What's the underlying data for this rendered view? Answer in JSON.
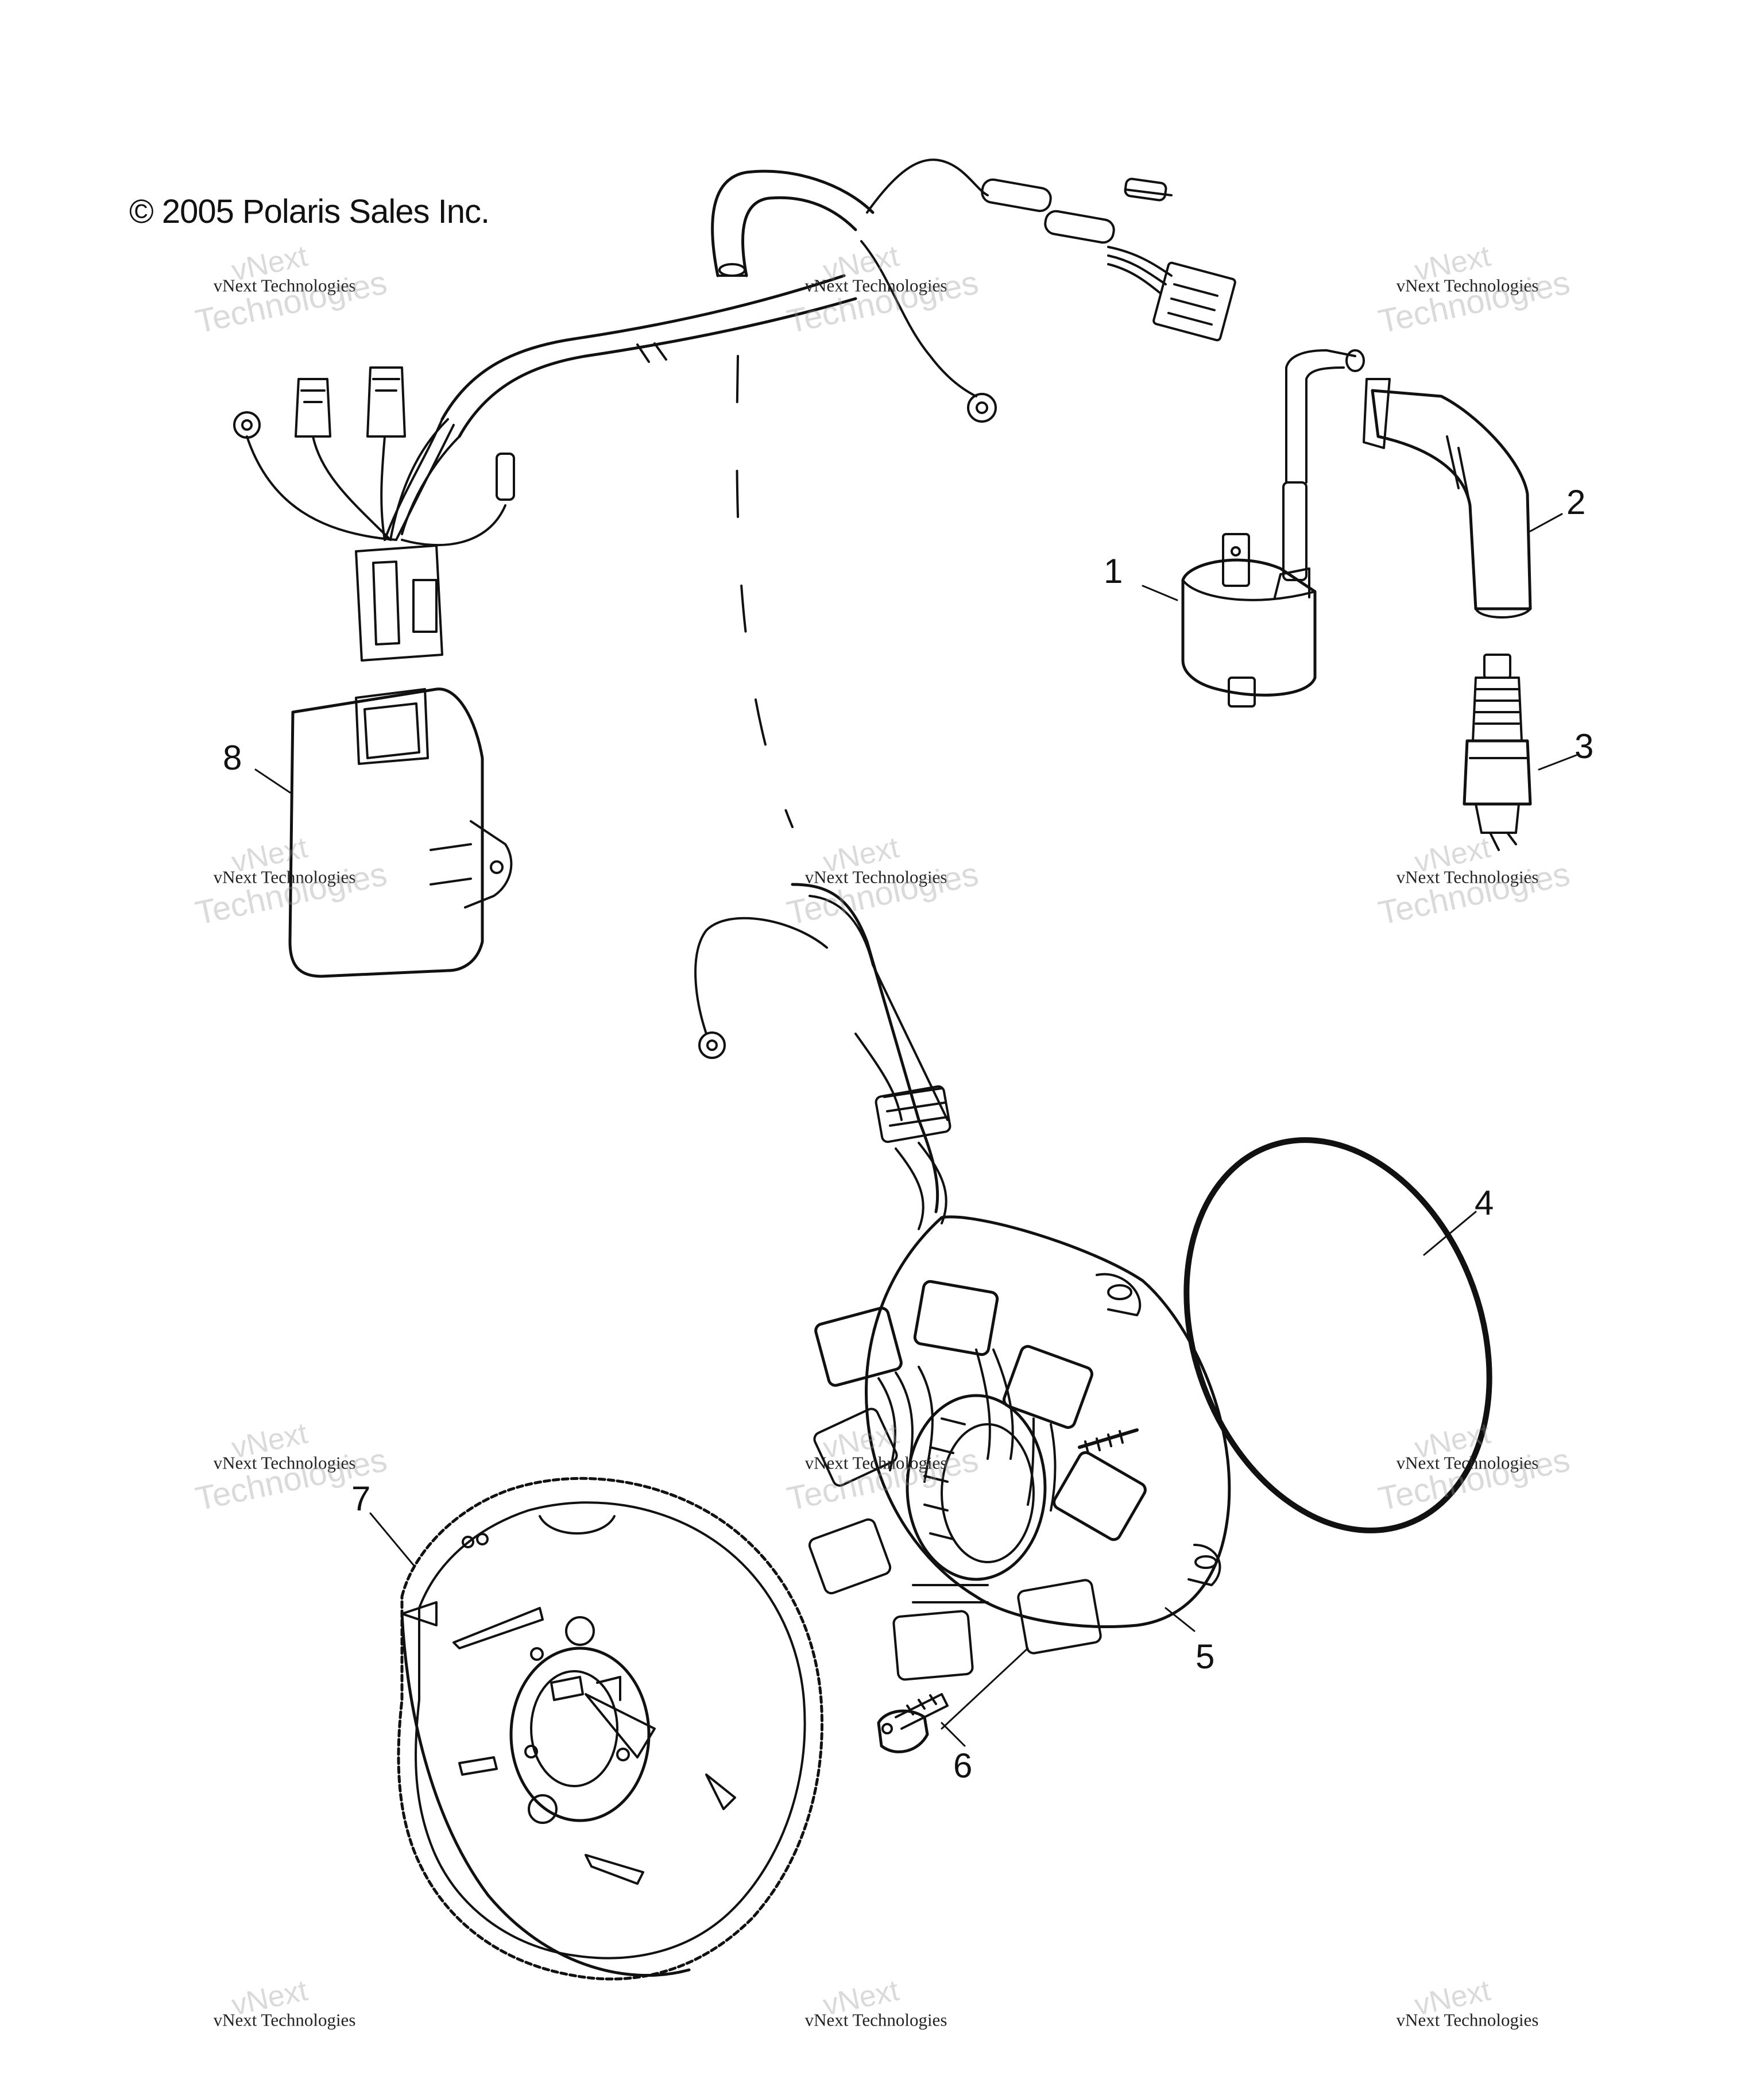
{
  "copyright": "© 2005 Polaris Sales Inc.",
  "watermark": {
    "line1": "vNext",
    "line2": "vNext Technologies",
    "line3": "Technologies"
  },
  "callouts": [
    "1",
    "2",
    "3",
    "4",
    "5",
    "6",
    "7",
    "8"
  ],
  "colors": {
    "line": "#111111",
    "background": "#ffffff"
  }
}
